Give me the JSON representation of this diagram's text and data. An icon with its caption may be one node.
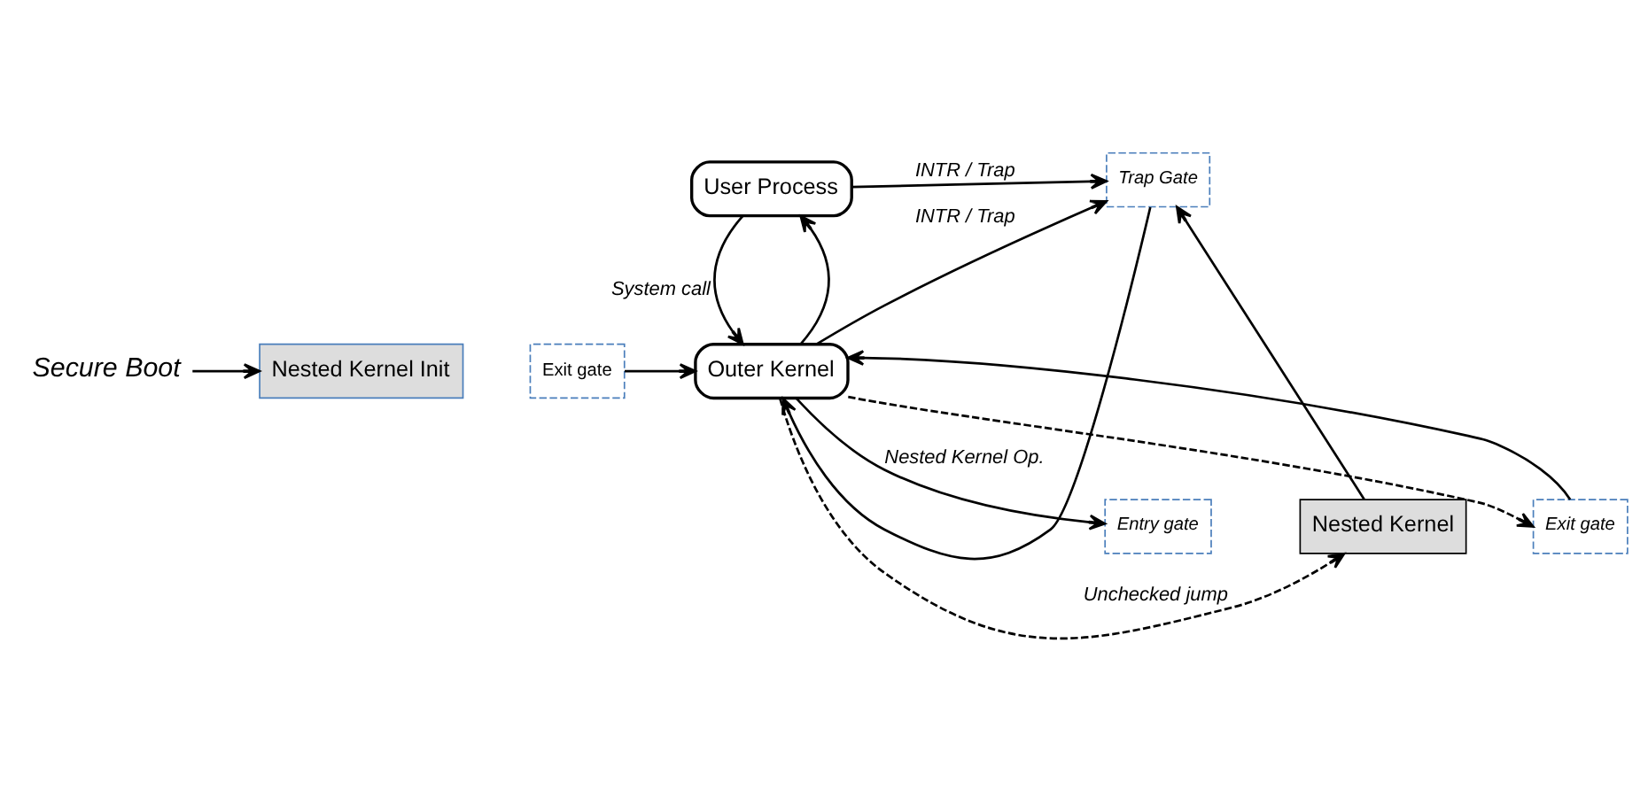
{
  "diagram": {
    "nodes": [
      {
        "text": [
          "Secure Boot"
        ]
      },
      {
        "text": [
          "Nested Kernel Init"
        ]
      },
      {
        "text": [
          "Exit gate"
        ]
      },
      {
        "text": [
          "Outer Kernel"
        ]
      },
      {
        "text": [
          "User Process"
        ]
      },
      {
        "text": [
          "Trap Gate"
        ]
      },
      {
        "text": [
          "Entry gate"
        ]
      },
      {
        "text": [
          "Nested Kernel"
        ]
      },
      {
        "text": [
          "Exit gate"
        ]
      }
    ],
    "edges": [
      {
        "from": 0,
        "to": 1,
        "arrow": "to"
      },
      {
        "from": 2,
        "to": 3,
        "arrow": "to"
      },
      {
        "from": 3,
        "to": 4,
        "arrow": "to"
      },
      {
        "from": 4,
        "to": 3,
        "arrow": "to",
        "label": "System call"
      },
      {
        "from": 4,
        "to": 5,
        "arrow": "to",
        "label": "INTR / Trap"
      },
      {
        "from": 3,
        "to": 5,
        "arrow": "to",
        "label": "INTR / Trap"
      },
      {
        "from": 7,
        "to": 5,
        "arrow": "to"
      },
      {
        "from": 3,
        "to": 6,
        "arrow": "to",
        "label": "Nested Kernel Op."
      },
      {
        "from": 3,
        "to": 7,
        "arrow": "to",
        "style": "dashed",
        "label": "Unchecked jump"
      },
      {
        "from": 3,
        "to": 8,
        "arrow": "to",
        "style": "dashed"
      },
      {
        "from": 5,
        "to": 3,
        "arrow": "to"
      },
      {
        "from": 8,
        "to": 3,
        "arrow": "to"
      }
    ]
  }
}
